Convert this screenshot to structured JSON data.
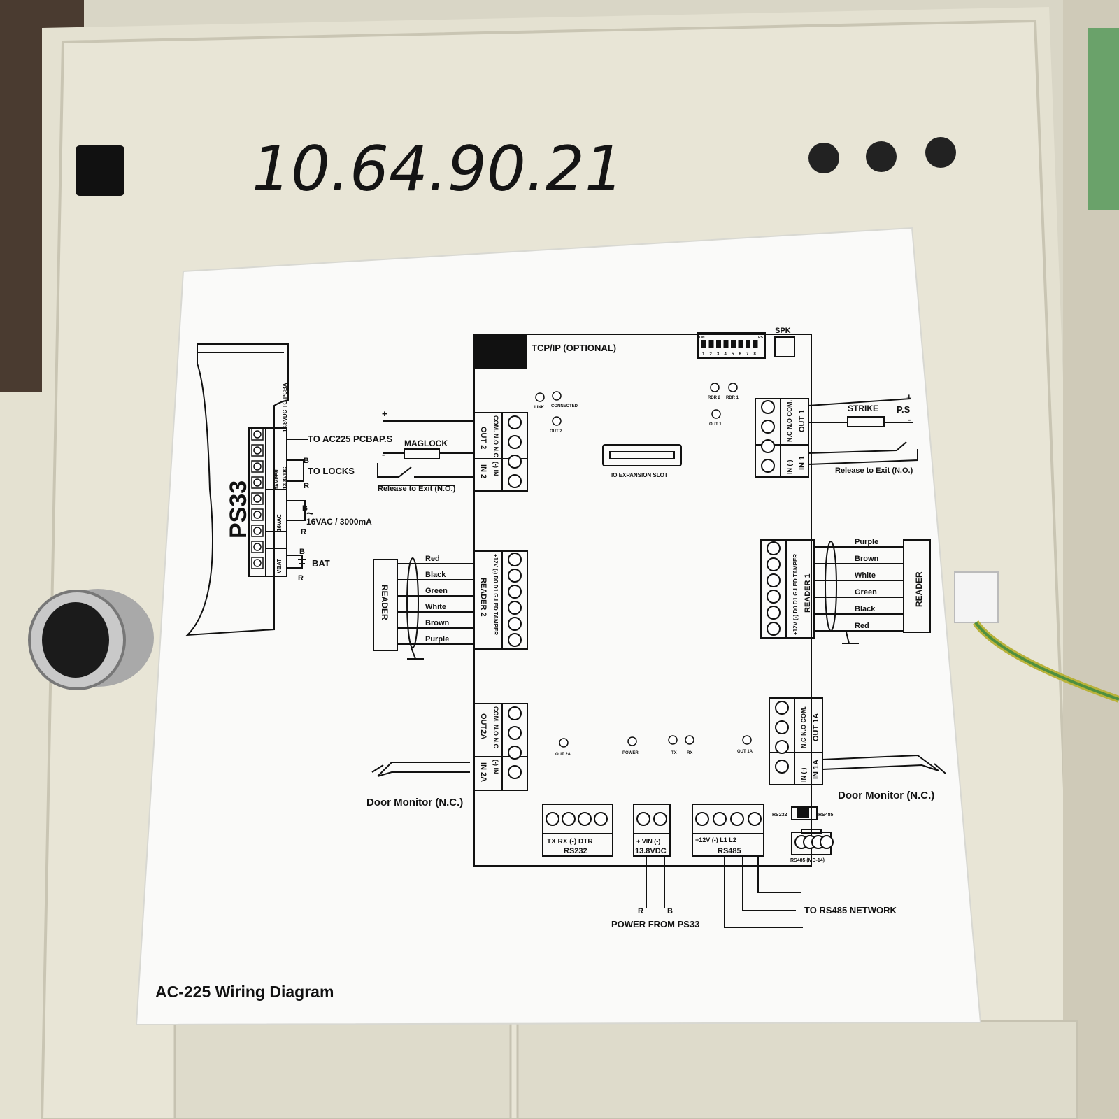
{
  "handwritten_ip": "10.64.90.21",
  "diagram_title": "AC-225  Wiring Diagram",
  "board": {
    "tcpip": "TCP/IP (OPTIONAL)",
    "spk": "SPK",
    "dip_on": "ON",
    "dip_rs": "RS",
    "dip_numbers": [
      "1",
      "2",
      "3",
      "4",
      "5",
      "6",
      "7",
      "8"
    ],
    "io_slot": "IO EXPANSION SLOT",
    "led_link": "LINK",
    "led_connected": "CONNECTED",
    "led_out2": "OUT 2",
    "led_rdr2": "RDR 2",
    "led_rdr1": "RDR 1",
    "led_out1": "OUT 1",
    "led_out2a": "OUT 2A",
    "led_power": "POWER",
    "led_tx": "TX",
    "led_rx": "RX",
    "led_out1a": "OUT 1A",
    "out2_pins": "COM. N.O N.C",
    "out2_name": "OUT 2",
    "in2_pins": "(-)   IN",
    "in2_name": "IN 2",
    "reader2_pins": "+12V (-) D0 D1 G.LED TAMPER",
    "reader2_name": "READER 2",
    "out2a_pins": "COM. N.O N.C",
    "out2a_name": "OUT2A",
    "in2a_pins": "(-)   IN",
    "in2a_name": "IN 2A",
    "out1_pins": "N.C N.O COM.",
    "out1_name": "OUT 1",
    "in1_pins": "IN   (-)",
    "in1_name": "IN 1",
    "reader1_pins": "+12V (-) D0 D1 G.LED TAMPER",
    "reader1_name": "READER 1",
    "out1a_pins": "N.C N.O COM.",
    "out1a_name": "OUT 1A",
    "in1a_pins": "IN   (-)",
    "in1a_name": "IN 1A",
    "rs232_pins": "TX   RX   (-)  DTR",
    "rs232_name": "RS232",
    "vin_pins": "+  VIN  (-)",
    "vin_name": "13.8VDC",
    "rs485_pins": "+12V (-)   L1   L2",
    "rs485_name": "RS485",
    "sw_left": "RS232",
    "sw_right": "RS485",
    "md14": "RS485 (MD-14)"
  },
  "ps33": {
    "name": "PS33",
    "to_pcba_side": "13.8VDC TO PCBA",
    "to_pcba": "TO AC225 PCBA",
    "locks_side": "13.8VDC",
    "to_locks": "TO LOCKS",
    "tamper": "TAMPER",
    "vac_side": "16VAC",
    "vac": "16VAC / 3000mA",
    "vbat_side": "VBAT",
    "bat": "BAT",
    "b": "B",
    "r": "R",
    "tilde": "~"
  },
  "left": {
    "ps": "P.S",
    "plus": "+",
    "minus": "-",
    "maglock": "MAGLOCK",
    "release": "Release to Exit (N.O.)",
    "reader": "READER",
    "wires": [
      "Red",
      "Black",
      "Green",
      "White",
      "Brown",
      "Purple"
    ],
    "door_monitor": "Door Monitor (N.C.)"
  },
  "right": {
    "strike": "STRIKE",
    "ps": "P.S",
    "plus": "+",
    "minus": "-",
    "release": "Release to Exit (N.O.)",
    "reader": "READER",
    "wires": [
      "Purple",
      "Brown",
      "White",
      "Green",
      "Black",
      "Red"
    ],
    "door_monitor": "Door Monitor  (N.C.)"
  },
  "bottom": {
    "r": "R",
    "b": "B",
    "power_from": "POWER FROM PS33",
    "to_rs485": "TO RS485 NETWORK"
  }
}
